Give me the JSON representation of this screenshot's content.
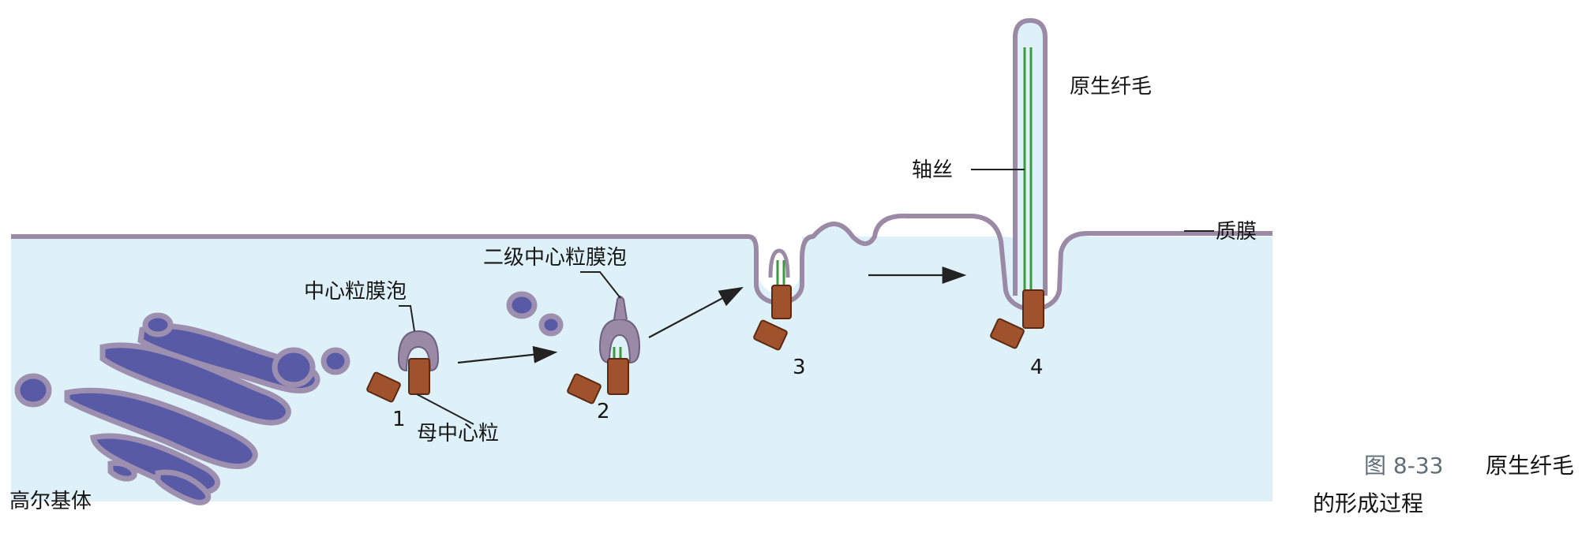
{
  "labels": {
    "golgi": "高尔基体",
    "centriolar_vesicle": "中心粒膜泡",
    "secondary_centriolar_vesicle": "二级中心粒膜泡",
    "mother_centriole": "母中心粒",
    "axoneme": "轴丝",
    "primary_cilium": "原生纤毛",
    "plasma_membrane": "质膜"
  },
  "steps": [
    "1",
    "2",
    "3",
    "4"
  ],
  "caption": {
    "number": "图 8-33",
    "title_line1": "原生纤毛",
    "title_line2": "的形成过程"
  },
  "colors": {
    "cytoplasm": "#dff1f8",
    "membrane": "#9b8aa6",
    "golgi_fill": "#585aa6",
    "centriole": "#a0522d",
    "axoneme": "#3e9a3e"
  }
}
